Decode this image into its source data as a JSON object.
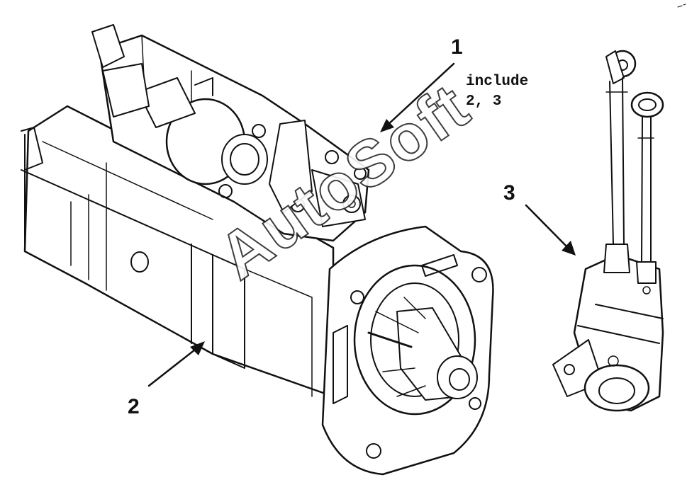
{
  "callouts": {
    "c1": "1",
    "c2": "2",
    "c3": "3"
  },
  "note": {
    "line1": "include",
    "line2": "2, 3"
  },
  "watermark": "AutoSoft",
  "colors": {
    "ink": "#111111",
    "paper": "#ffffff"
  }
}
